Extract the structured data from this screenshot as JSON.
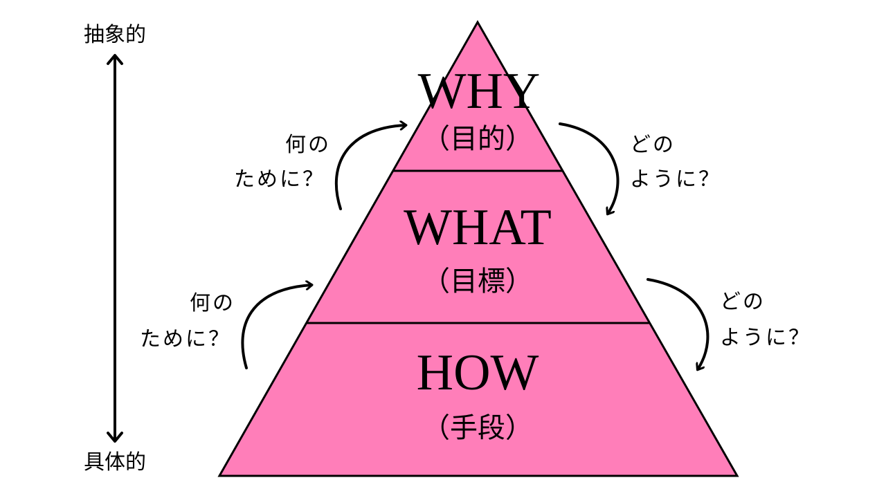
{
  "axis": {
    "top_label": "抽象的",
    "bottom_label": "具体的"
  },
  "colors": {
    "pyramid_fill": "#ff7eb9",
    "stroke": "#000000",
    "text": "#000000",
    "background": "#ffffff"
  },
  "levels": [
    {
      "title": "WHY",
      "subtitle": "（目的）"
    },
    {
      "title": "WHAT",
      "subtitle": "（目標）"
    },
    {
      "title": "HOW",
      "subtitle": "（手段）"
    }
  ],
  "left_questions": [
    {
      "line1": "何の",
      "line2": "ために？"
    },
    {
      "line1": "何の",
      "line2": "ために？"
    }
  ],
  "right_questions": [
    {
      "line1": "どの",
      "line2": "ように？"
    },
    {
      "line1": "どの",
      "line2": "ように？"
    }
  ]
}
